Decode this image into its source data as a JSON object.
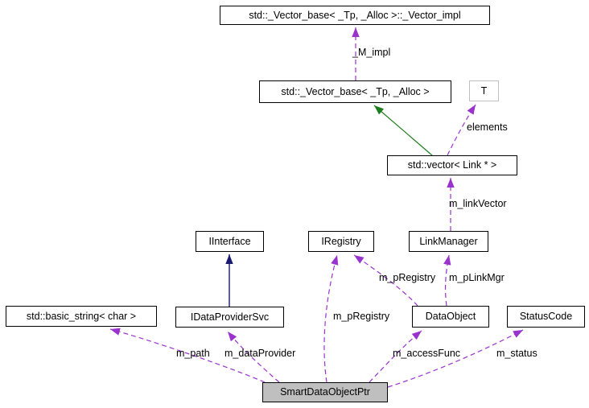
{
  "diagram": {
    "kind": "doxygen-collaboration-graph",
    "focus_class": "SmartDataObjectPtr"
  },
  "nodes": {
    "vector_impl": {
      "label": "std::_Vector_base< _Tp, _Alloc >::_Vector_impl"
    },
    "vector_base": {
      "label": "std::_Vector_base< _Tp, _Alloc >"
    },
    "t": {
      "label": "T"
    },
    "vector_link": {
      "label": "std::vector< Link * >"
    },
    "iinterface": {
      "label": "IInterface"
    },
    "iregistry": {
      "label": "IRegistry"
    },
    "linkmanager": {
      "label": "LinkManager"
    },
    "basic_string": {
      "label": "std::basic_string< char >"
    },
    "idataprovidersvc": {
      "label": "IDataProviderSvc"
    },
    "dataobject": {
      "label": "DataObject"
    },
    "statuscode": {
      "label": "StatusCode"
    },
    "smartdataobjectptr": {
      "label": "SmartDataObjectPtr"
    }
  },
  "edge_labels": {
    "m_impl": "_M_impl",
    "elements": "elements",
    "m_linkVector": "m_linkVector",
    "m_pRegistry_from_dataobject": "m_pRegistry",
    "m_pLinkMgr": "m_pLinkMgr",
    "m_pRegistry_from_smart": "m_pRegistry",
    "m_path": "m_path",
    "m_dataProvider": "m_dataProvider",
    "m_accessFunc": "m_accessFunc",
    "m_status": "m_status"
  },
  "colors": {
    "usage_edge": "#9a32cd",
    "public_inheritance": "#191970",
    "protected_inheritance": "#1e7d1e",
    "node_border": "#000000",
    "node_fill": "#ffffff",
    "focus_fill": "#bfbfbf",
    "template_border": "#c0c0c0",
    "background": "#ffffff"
  }
}
